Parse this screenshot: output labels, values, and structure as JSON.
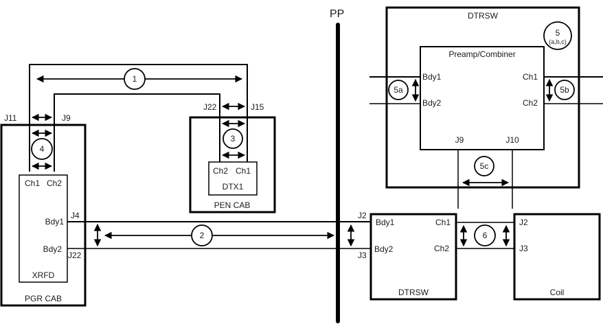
{
  "diagram": {
    "patch_panel_label": "PP",
    "pgr_cab": {
      "label": "PGR CAB",
      "xrfd": {
        "label": "XRFD",
        "ports": {
          "ch1": "Ch1",
          "ch2": "Ch2",
          "bdy1": "Bdy1",
          "bdy2": "Bdy2"
        }
      },
      "connectors": {
        "j11": "J11",
        "j9": "J9",
        "j4": "J4",
        "j22": "J22"
      }
    },
    "pen_cab": {
      "label": "PEN CAB",
      "dtx1": {
        "label": "DTX1",
        "ports": {
          "ch2": "Ch2",
          "ch1": "Ch1"
        }
      },
      "connectors": {
        "j22": "J22",
        "j15": "J15"
      }
    },
    "dtrsw_upper": {
      "label": "DTRSW",
      "preamp": {
        "label": "Preamp/Combiner",
        "ports": {
          "bdy1": "Bdy1",
          "bdy2": "Bdy2",
          "ch1": "Ch1",
          "ch2": "Ch2",
          "j9": "J9",
          "j10": "J10"
        }
      }
    },
    "dtrsw_lower": {
      "label": "DTRSW",
      "ports": {
        "bdy1": "Bdy1",
        "bdy2": "Bdy2",
        "ch1": "Ch1",
        "ch2": "Ch2"
      },
      "connectors": {
        "j2": "J2",
        "j3": "J3"
      }
    },
    "coil": {
      "label": "Coil",
      "ports": {
        "j2": "J2",
        "j3": "J3"
      }
    },
    "markers": {
      "m1": "1",
      "m2": "2",
      "m3": "3",
      "m4": "4",
      "m5": "5",
      "m5_sub": "(a,b,c)",
      "m5a": "5a",
      "m5b": "5b",
      "m5c": "5c",
      "m6": "6"
    }
  }
}
